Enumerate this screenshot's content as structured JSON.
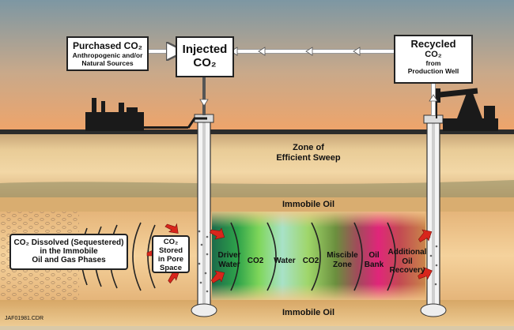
{
  "boxes": {
    "purchased": {
      "title": "Purchased CO₂",
      "line1": "Anthropogenic and/or",
      "line2": "Natural Sources"
    },
    "injected": {
      "line1": "Injected",
      "line2": "CO₂"
    },
    "recycled": {
      "line1": "Recycled",
      "line2": "CO₂",
      "line3": "from",
      "line4": "Production Well"
    },
    "dissolved": {
      "line1": "CO₂ Dissolved (Sequestered)",
      "line2": "in the Immobile",
      "line3": "Oil and Gas Phases"
    },
    "stored": {
      "line1": "CO₂",
      "line2": "Stored",
      "line3": "in Pore",
      "line4": "Space"
    }
  },
  "labels": {
    "sweep_1": "Zone of",
    "sweep_2": "Efficient Sweep",
    "immobile_top": "Immobile Oil",
    "immobile_bottom": "Immobile Oil",
    "figure_id": "JAF01981.CDR"
  },
  "zones": {
    "driver_1": "Driver",
    "driver_2": "Water",
    "co2_a": "CO2",
    "water": "Water",
    "co2_b": "CO2",
    "miscible_1": "Miscible",
    "miscible_2": "Zone",
    "oilbank_1": "Oil",
    "oilbank_2": "Bank",
    "recovery_1": "Additional",
    "recovery_2": "Oil",
    "recovery_3": "Recovery"
  },
  "colors": {
    "sky_top": "#7f9aa6",
    "sky_bottom": "#e8a56e",
    "rock": "#e7c58c",
    "reservoir": "#f0c88a",
    "arrow_red": "#d8261c"
  }
}
